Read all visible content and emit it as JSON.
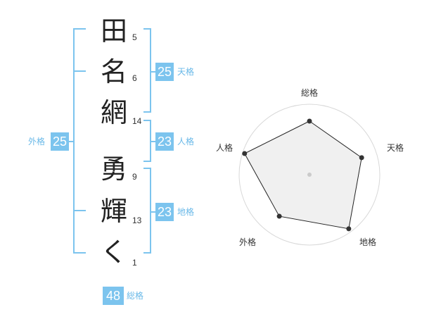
{
  "characters": [
    {
      "char": "田",
      "strokes": "5"
    },
    {
      "char": "名",
      "strokes": "6"
    },
    {
      "char": "網",
      "strokes": "14"
    },
    {
      "char": "勇",
      "strokes": "9"
    },
    {
      "char": "輝",
      "strokes": "13"
    },
    {
      "char": "く",
      "strokes": "1"
    }
  ],
  "fortunes": {
    "tenkaku": {
      "value": "25",
      "label": "天格"
    },
    "jinkaku": {
      "value": "23",
      "label": "人格"
    },
    "chikaku": {
      "value": "23",
      "label": "地格"
    },
    "gaikaku": {
      "value": "25",
      "label": "外格"
    },
    "soukaku": {
      "value": "48",
      "label": "総格"
    }
  },
  "radar": {
    "labels": {
      "soukaku": "総格",
      "tenkaku": "天格",
      "chikaku": "地格",
      "gaikaku": "外格",
      "jinkaku": "人格"
    },
    "scores": [
      0.76,
      0.78,
      0.95,
      0.73,
      0.97
    ],
    "rings": 4
  },
  "colors": {
    "accent": "#7cc4ee",
    "accent_text": "#6ab9e8"
  }
}
